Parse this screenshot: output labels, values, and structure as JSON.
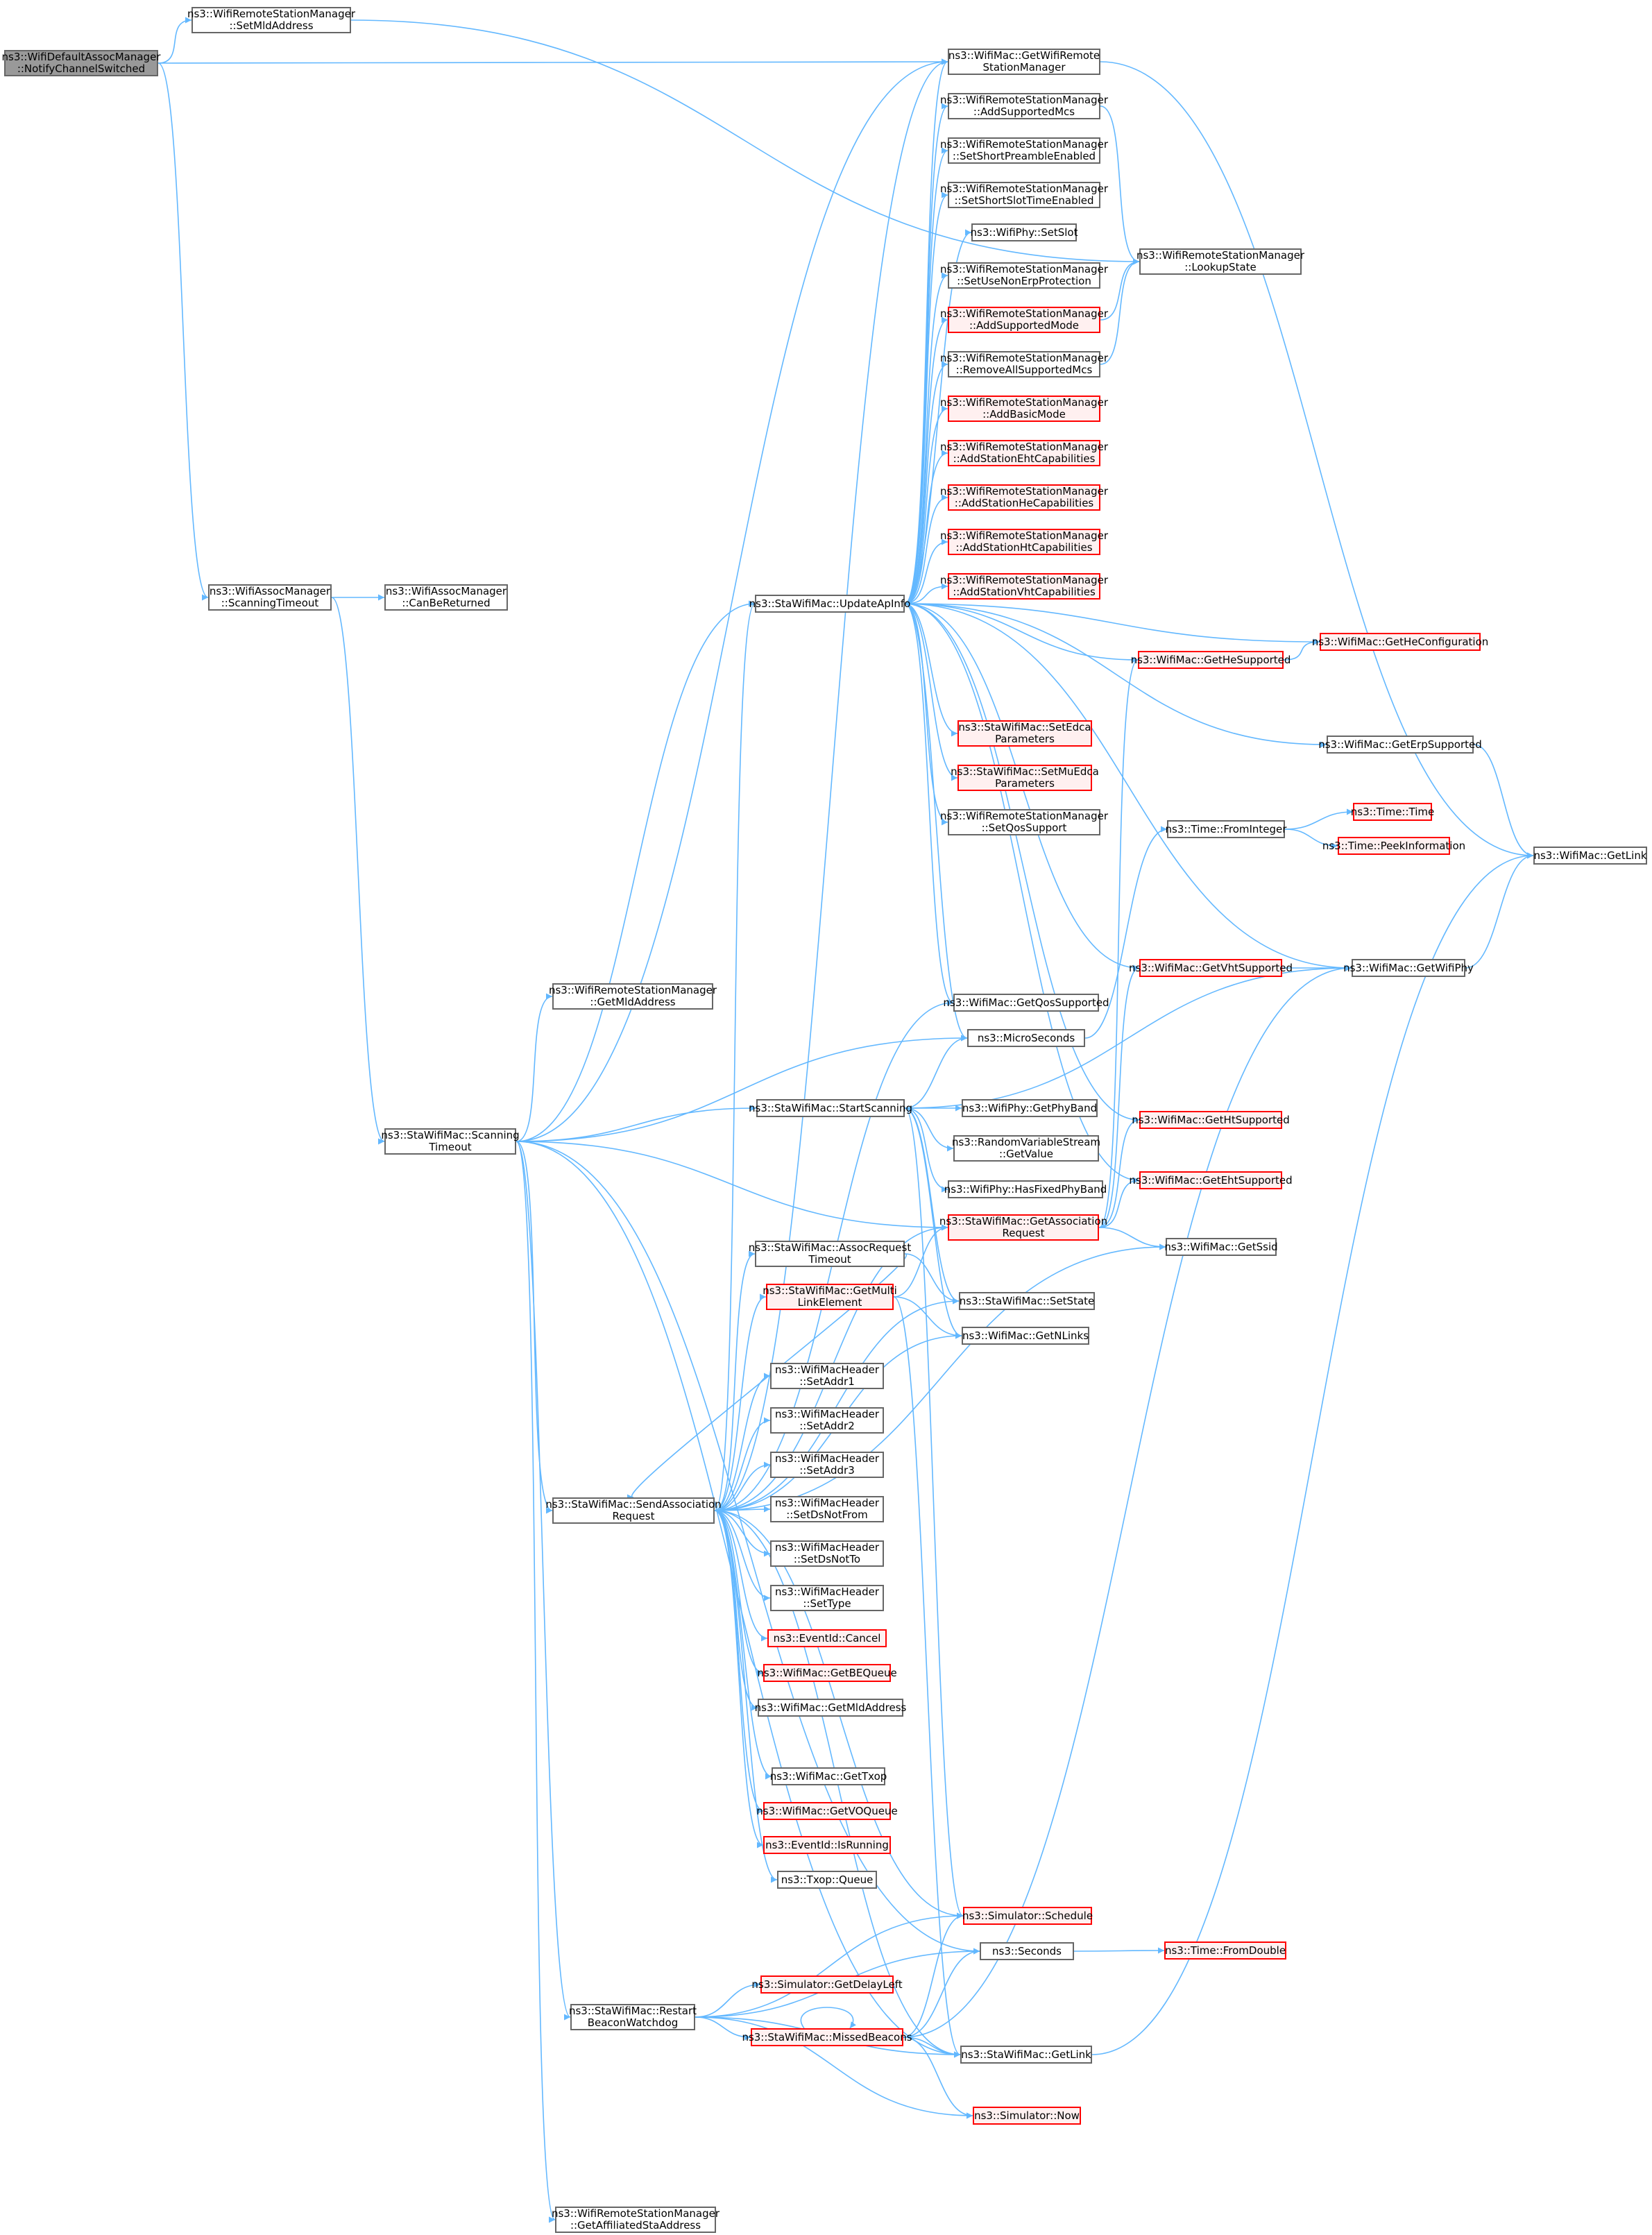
{
  "diagram": {
    "colors": {
      "edge": "#63b8ff",
      "node_border": "#666666",
      "node_truncated_border": "#ff0000",
      "node_truncated_fill": "#fff0f0",
      "root_fill": "#999999"
    },
    "nodes": [
      {
        "id": "root",
        "lines": [
          "ns3::WifiDefaultAssocManager",
          "::NotifyChannelSwitched"
        ],
        "style": "root"
      },
      {
        "id": "setmld",
        "lines": [
          "ns3::WifiRemoteStationManager",
          "::SetMldAddress"
        ],
        "style": "normal"
      },
      {
        "id": "scantimeout_am",
        "lines": [
          "ns3::WifiAssocManager",
          "::ScanningTimeout"
        ],
        "style": "normal"
      },
      {
        "id": "canbereturned",
        "lines": [
          "ns3::WifiAssocManager",
          "::CanBeReturned"
        ],
        "style": "normal"
      },
      {
        "id": "sta_scantimeout",
        "lines": [
          "ns3::StaWifiMac::Scanning",
          "Timeout"
        ],
        "style": "normal"
      },
      {
        "id": "getmldaddr_rsm",
        "lines": [
          "ns3::WifiRemoteStationManager",
          "::GetMldAddress"
        ],
        "style": "normal"
      },
      {
        "id": "updateapinfo",
        "lines": [
          "ns3::StaWifiMac::UpdateApInfo"
        ],
        "style": "normal"
      },
      {
        "id": "startscanning",
        "lines": [
          "ns3::StaWifiMac::StartScanning"
        ],
        "style": "normal"
      },
      {
        "id": "assocreqtimeout",
        "lines": [
          "ns3::StaWifiMac::AssocRequest",
          "Timeout"
        ],
        "style": "normal"
      },
      {
        "id": "getmultilink",
        "lines": [
          "ns3::StaWifiMac::GetMulti",
          "LinkElement"
        ],
        "style": "red"
      },
      {
        "id": "sendassoc",
        "lines": [
          "ns3::StaWifiMac::SendAssociation",
          "Request"
        ],
        "style": "normal"
      },
      {
        "id": "restartbeacon",
        "lines": [
          "ns3::StaWifiMac::Restart",
          "BeaconWatchdog"
        ],
        "style": "normal"
      },
      {
        "id": "getaffiliated",
        "lines": [
          "ns3::WifiRemoteStationManager",
          "::GetAffiliatedStaAddress"
        ],
        "style": "normal"
      },
      {
        "id": "getrsm",
        "lines": [
          "ns3::WifiMac::GetWifiRemote",
          "StationManager"
        ],
        "style": "normal"
      },
      {
        "id": "addsupmcs",
        "lines": [
          "ns3::WifiRemoteStationManager",
          "::AddSupportedMcs"
        ],
        "style": "normal"
      },
      {
        "id": "setshortpre",
        "lines": [
          "ns3::WifiRemoteStationManager",
          "::SetShortPreambleEnabled"
        ],
        "style": "normal"
      },
      {
        "id": "setshortslot",
        "lines": [
          "ns3::WifiRemoteStationManager",
          "::SetShortSlotTimeEnabled"
        ],
        "style": "normal"
      },
      {
        "id": "setslot",
        "lines": [
          "ns3::WifiPhy::SetSlot"
        ],
        "style": "normal"
      },
      {
        "id": "setusenonerp",
        "lines": [
          "ns3::WifiRemoteStationManager",
          "::SetUseNonErpProtection"
        ],
        "style": "normal"
      },
      {
        "id": "addsupmode",
        "lines": [
          "ns3::WifiRemoteStationManager",
          "::AddSupportedMode"
        ],
        "style": "red"
      },
      {
        "id": "removeallmcs",
        "lines": [
          "ns3::WifiRemoteStationManager",
          "::RemoveAllSupportedMcs"
        ],
        "style": "normal"
      },
      {
        "id": "addbasicmode",
        "lines": [
          "ns3::WifiRemoteStationManager",
          "::AddBasicMode"
        ],
        "style": "red"
      },
      {
        "id": "addeht",
        "lines": [
          "ns3::WifiRemoteStationManager",
          "::AddStationEhtCapabilities"
        ],
        "style": "red"
      },
      {
        "id": "addhe",
        "lines": [
          "ns3::WifiRemoteStationManager",
          "::AddStationHeCapabilities"
        ],
        "style": "red"
      },
      {
        "id": "addht",
        "lines": [
          "ns3::WifiRemoteStationManager",
          "::AddStationHtCapabilities"
        ],
        "style": "red"
      },
      {
        "id": "addvht",
        "lines": [
          "ns3::WifiRemoteStationManager",
          "::AddStationVhtCapabilities"
        ],
        "style": "red"
      },
      {
        "id": "setedca",
        "lines": [
          "ns3::StaWifiMac::SetEdca",
          "Parameters"
        ],
        "style": "red"
      },
      {
        "id": "setmuedca",
        "lines": [
          "ns3::StaWifiMac::SetMuEdca",
          "Parameters"
        ],
        "style": "red"
      },
      {
        "id": "setqossupport",
        "lines": [
          "ns3::WifiRemoteStationManager",
          "::SetQosSupport"
        ],
        "style": "normal"
      },
      {
        "id": "getqossup",
        "lines": [
          "ns3::WifiMac::GetQosSupported"
        ],
        "style": "normal"
      },
      {
        "id": "microseconds",
        "lines": [
          "ns3::MicroSeconds"
        ],
        "style": "normal"
      },
      {
        "id": "getphyband",
        "lines": [
          "ns3::WifiPhy::GetPhyBand"
        ],
        "style": "normal"
      },
      {
        "id": "rvsgetvalue",
        "lines": [
          "ns3::RandomVariableStream",
          "::GetValue"
        ],
        "style": "normal"
      },
      {
        "id": "hasfixedphyband",
        "lines": [
          "ns3::WifiPhy::HasFixedPhyBand"
        ],
        "style": "normal"
      },
      {
        "id": "getassocreq",
        "lines": [
          "ns3::StaWifiMac::GetAssociation",
          "Request"
        ],
        "style": "red"
      },
      {
        "id": "setstate",
        "lines": [
          "ns3::StaWifiMac::SetState"
        ],
        "style": "normal"
      },
      {
        "id": "getnlinks",
        "lines": [
          "ns3::WifiMac::GetNLinks"
        ],
        "style": "normal"
      },
      {
        "id": "setaddr1",
        "lines": [
          "ns3::WifiMacHeader",
          "::SetAddr1"
        ],
        "style": "normal"
      },
      {
        "id": "setaddr2",
        "lines": [
          "ns3::WifiMacHeader",
          "::SetAddr2"
        ],
        "style": "normal"
      },
      {
        "id": "setaddr3",
        "lines": [
          "ns3::WifiMacHeader",
          "::SetAddr3"
        ],
        "style": "normal"
      },
      {
        "id": "setdsnotfrom",
        "lines": [
          "ns3::WifiMacHeader",
          "::SetDsNotFrom"
        ],
        "style": "normal"
      },
      {
        "id": "setdsnotto",
        "lines": [
          "ns3::WifiMacHeader",
          "::SetDsNotTo"
        ],
        "style": "normal"
      },
      {
        "id": "settype",
        "lines": [
          "ns3::WifiMacHeader",
          "::SetType"
        ],
        "style": "normal"
      },
      {
        "id": "eventcancel",
        "lines": [
          "ns3::EventId::Cancel"
        ],
        "style": "red"
      },
      {
        "id": "getbequeue",
        "lines": [
          "ns3::WifiMac::GetBEQueue"
        ],
        "style": "red"
      },
      {
        "id": "getmldaddr_mac",
        "lines": [
          "ns3::WifiMac::GetMldAddress"
        ],
        "style": "normal"
      },
      {
        "id": "gettxop",
        "lines": [
          "ns3::WifiMac::GetTxop"
        ],
        "style": "normal"
      },
      {
        "id": "getvoqueue",
        "lines": [
          "ns3::WifiMac::GetVOQueue"
        ],
        "style": "red"
      },
      {
        "id": "eventisrunning",
        "lines": [
          "ns3::EventId::IsRunning"
        ],
        "style": "red"
      },
      {
        "id": "txopqueue",
        "lines": [
          "ns3::Txop::Queue"
        ],
        "style": "normal"
      },
      {
        "id": "simschedule",
        "lines": [
          "ns3::Simulator::Schedule"
        ],
        "style": "red"
      },
      {
        "id": "simgetdelay",
        "lines": [
          "ns3::Simulator::GetDelayLeft"
        ],
        "style": "red"
      },
      {
        "id": "seconds",
        "lines": [
          "ns3::Seconds"
        ],
        "style": "normal"
      },
      {
        "id": "missedbeacons",
        "lines": [
          "ns3::StaWifiMac::MissedBeacons"
        ],
        "style": "red"
      },
      {
        "id": "stagetlink",
        "lines": [
          "ns3::StaWifiMac::GetLink"
        ],
        "style": "normal"
      },
      {
        "id": "simnow",
        "lines": [
          "ns3::Simulator::Now"
        ],
        "style": "red"
      },
      {
        "id": "lookupstate",
        "lines": [
          "ns3::WifiRemoteStationManager",
          "::LookupState"
        ],
        "style": "normal"
      },
      {
        "id": "gethesup",
        "lines": [
          "ns3::WifiMac::GetHeSupported"
        ],
        "style": "red"
      },
      {
        "id": "getheconf",
        "lines": [
          "ns3::WifiMac::GetHeConfiguration"
        ],
        "style": "red"
      },
      {
        "id": "geterpsup",
        "lines": [
          "ns3::WifiMac::GetErpSupported"
        ],
        "style": "normal"
      },
      {
        "id": "timefromint",
        "lines": [
          "ns3::Time::FromInteger"
        ],
        "style": "normal"
      },
      {
        "id": "timetime",
        "lines": [
          "ns3::Time::Time"
        ],
        "style": "red"
      },
      {
        "id": "timepeek",
        "lines": [
          "ns3::Time::PeekInformation"
        ],
        "style": "red"
      },
      {
        "id": "getvhtsup",
        "lines": [
          "ns3::WifiMac::GetVhtSupported"
        ],
        "style": "red"
      },
      {
        "id": "getwifiphy",
        "lines": [
          "ns3::WifiMac::GetWifiPhy"
        ],
        "style": "normal"
      },
      {
        "id": "gethtsup",
        "lines": [
          "ns3::WifiMac::GetHtSupported"
        ],
        "style": "red"
      },
      {
        "id": "getehtsup",
        "lines": [
          "ns3::WifiMac::GetEhtSupported"
        ],
        "style": "red"
      },
      {
        "id": "getssid",
        "lines": [
          "ns3::WifiMac::GetSsid"
        ],
        "style": "normal"
      },
      {
        "id": "timefromdouble",
        "lines": [
          "ns3::Time::FromDouble"
        ],
        "style": "red"
      },
      {
        "id": "macgetlink",
        "lines": [
          "ns3::WifiMac::GetLink"
        ],
        "style": "normal"
      }
    ],
    "edges": [
      [
        "root",
        "setmld"
      ],
      [
        "root",
        "getrsm"
      ],
      [
        "root",
        "scantimeout_am"
      ],
      [
        "setmld",
        "lookupstate"
      ],
      [
        "scantimeout_am",
        "canbereturned"
      ],
      [
        "scantimeout_am",
        "sta_scantimeout"
      ],
      [
        "sta_scantimeout",
        "getrsm"
      ],
      [
        "sta_scantimeout",
        "getmldaddr_rsm"
      ],
      [
        "sta_scantimeout",
        "updateapinfo"
      ],
      [
        "sta_scantimeout",
        "microseconds"
      ],
      [
        "sta_scantimeout",
        "startscanning"
      ],
      [
        "sta_scantimeout",
        "getassocreq"
      ],
      [
        "sta_scantimeout",
        "sendassoc"
      ],
      [
        "sta_scantimeout",
        "seconds"
      ],
      [
        "sta_scantimeout",
        "restartbeacon"
      ],
      [
        "sta_scantimeout",
        "stagetlink"
      ],
      [
        "sta_scantimeout",
        "getaffiliated"
      ],
      [
        "updateapinfo",
        "getrsm"
      ],
      [
        "updateapinfo",
        "addsupmcs"
      ],
      [
        "updateapinfo",
        "setshortpre"
      ],
      [
        "updateapinfo",
        "setshortslot"
      ],
      [
        "updateapinfo",
        "setslot"
      ],
      [
        "updateapinfo",
        "setusenonerp"
      ],
      [
        "updateapinfo",
        "addsupmode"
      ],
      [
        "updateapinfo",
        "removeallmcs"
      ],
      [
        "updateapinfo",
        "addbasicmode"
      ],
      [
        "updateapinfo",
        "addeht"
      ],
      [
        "updateapinfo",
        "addhe"
      ],
      [
        "updateapinfo",
        "addht"
      ],
      [
        "updateapinfo",
        "addvht"
      ],
      [
        "updateapinfo",
        "getheconf"
      ],
      [
        "updateapinfo",
        "gethesup"
      ],
      [
        "updateapinfo",
        "geterpsup"
      ],
      [
        "updateapinfo",
        "setedca"
      ],
      [
        "updateapinfo",
        "setmuedca"
      ],
      [
        "updateapinfo",
        "setqossupport"
      ],
      [
        "updateapinfo",
        "getwifiphy"
      ],
      [
        "updateapinfo",
        "getvhtsup"
      ],
      [
        "updateapinfo",
        "getqossup"
      ],
      [
        "updateapinfo",
        "microseconds"
      ],
      [
        "updateapinfo",
        "gethtsup"
      ],
      [
        "updateapinfo",
        "getehtsup"
      ],
      [
        "startscanning",
        "microseconds"
      ],
      [
        "startscanning",
        "getphyband"
      ],
      [
        "startscanning",
        "rvsgetvalue"
      ],
      [
        "startscanning",
        "hasfixedphyband"
      ],
      [
        "startscanning",
        "setstate"
      ],
      [
        "startscanning",
        "getnlinks"
      ],
      [
        "startscanning",
        "getwifiphy"
      ],
      [
        "startscanning",
        "simschedule"
      ],
      [
        "assocreqtimeout",
        "setstate"
      ],
      [
        "assocreqtimeout",
        "sendassoc"
      ],
      [
        "getmultilink",
        "getassocreq"
      ],
      [
        "getmultilink",
        "getnlinks"
      ],
      [
        "getmultilink",
        "stagetlink"
      ],
      [
        "sendassoc",
        "getrsm"
      ],
      [
        "sendassoc",
        "updateapinfo"
      ],
      [
        "sendassoc",
        "getqossup"
      ],
      [
        "sendassoc",
        "assocreqtimeout"
      ],
      [
        "sendassoc",
        "getmultilink"
      ],
      [
        "sendassoc",
        "getassocreq"
      ],
      [
        "sendassoc",
        "setstate"
      ],
      [
        "sendassoc",
        "getnlinks"
      ],
      [
        "sendassoc",
        "setaddr1"
      ],
      [
        "sendassoc",
        "setaddr2"
      ],
      [
        "sendassoc",
        "setaddr3"
      ],
      [
        "sendassoc",
        "setdsnotfrom"
      ],
      [
        "sendassoc",
        "setdsnotto"
      ],
      [
        "sendassoc",
        "settype"
      ],
      [
        "sendassoc",
        "eventcancel"
      ],
      [
        "sendassoc",
        "getbequeue"
      ],
      [
        "sendassoc",
        "getmldaddr_mac"
      ],
      [
        "sendassoc",
        "gettxop"
      ],
      [
        "sendassoc",
        "getvoqueue"
      ],
      [
        "sendassoc",
        "eventisrunning"
      ],
      [
        "sendassoc",
        "txopqueue"
      ],
      [
        "sendassoc",
        "simschedule"
      ],
      [
        "sendassoc",
        "stagetlink"
      ],
      [
        "sendassoc",
        "getssid"
      ],
      [
        "restartbeacon",
        "simschedule"
      ],
      [
        "restartbeacon",
        "simgetdelay"
      ],
      [
        "restartbeacon",
        "missedbeacons"
      ],
      [
        "restartbeacon",
        "stagetlink"
      ],
      [
        "restartbeacon",
        "simnow"
      ],
      [
        "restartbeacon",
        "seconds"
      ],
      [
        "missedbeacons",
        "simschedule"
      ],
      [
        "missedbeacons",
        "seconds"
      ],
      [
        "missedbeacons",
        "stagetlink"
      ],
      [
        "missedbeacons",
        "simnow"
      ],
      [
        "missedbeacons",
        "missedbeacons"
      ],
      [
        "missedbeacons",
        "getwifiphy"
      ],
      [
        "getrsm",
        "macgetlink"
      ],
      [
        "addsupmcs",
        "lookupstate"
      ],
      [
        "addsupmode",
        "lookupstate"
      ],
      [
        "removeallmcs",
        "lookupstate"
      ],
      [
        "gethesup",
        "getheconf"
      ],
      [
        "geterpsup",
        "macgetlink"
      ],
      [
        "getwifiphy",
        "macgetlink"
      ],
      [
        "getvhtsup",
        "getwifiphy"
      ],
      [
        "getassocreq",
        "gethesup"
      ],
      [
        "getassocreq",
        "getvhtsup"
      ],
      [
        "getassocreq",
        "gethtsup"
      ],
      [
        "getassocreq",
        "getehtsup"
      ],
      [
        "getassocreq",
        "getssid"
      ],
      [
        "microseconds",
        "timefromint"
      ],
      [
        "timefromint",
        "timetime"
      ],
      [
        "timefromint",
        "timepeek"
      ],
      [
        "seconds",
        "timefromdouble"
      ],
      [
        "stagetlink",
        "macgetlink"
      ]
    ]
  }
}
